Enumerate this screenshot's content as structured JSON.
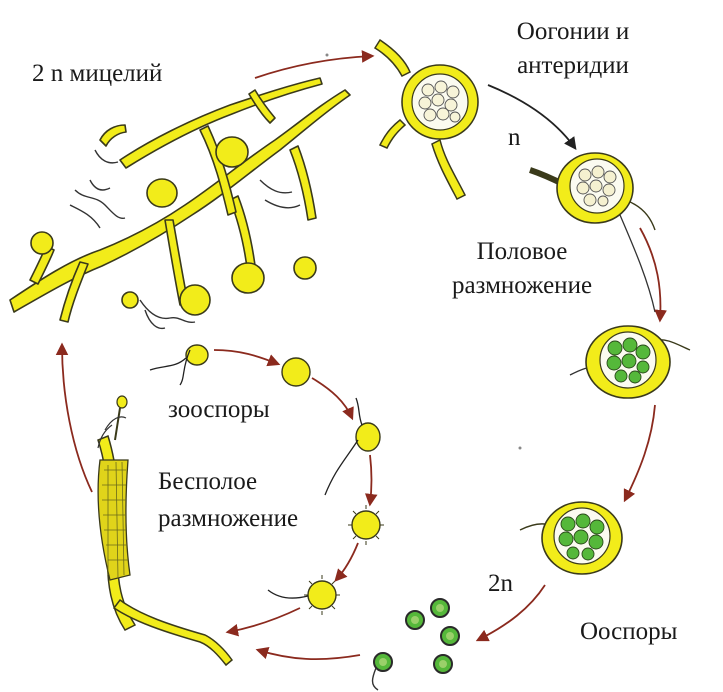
{
  "labels": {
    "mycelium": "2 n мицелий",
    "oogonia_line1": "Оогонии и",
    "oogonia_line2": "антеридии",
    "haploid": "n",
    "sexual_line1": "Половое",
    "sexual_line2": "размножение",
    "zoospores": "зооспоры",
    "asexual_line1": "Бесполое",
    "asexual_line2": "размножение",
    "diploid": "2n",
    "oospores": "Ооспоры"
  },
  "colors": {
    "organism_fill": "#f2ec1a",
    "organism_stroke": "#3a3a1a",
    "spore_fill": "#55b83a",
    "arrow_red": "#8b2a1e",
    "arrow_dark": "#222222"
  }
}
